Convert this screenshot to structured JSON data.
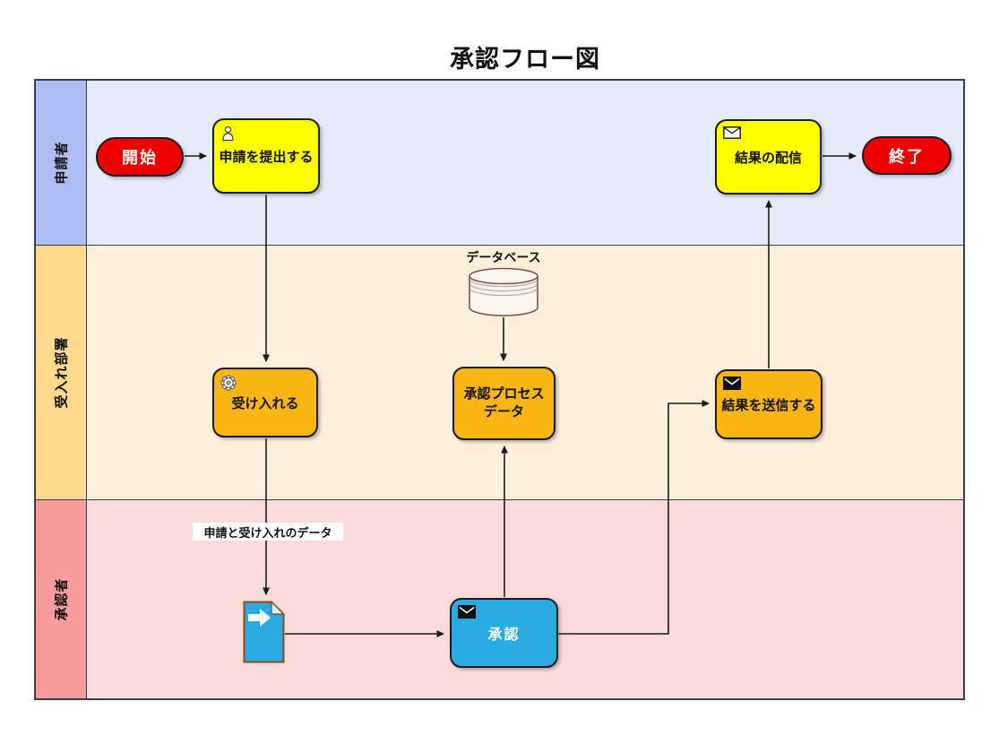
{
  "title": "承認フロー図",
  "lanes": [
    {
      "label": "申請者",
      "header_color": "#aebdf2",
      "body_color": "#e6ebfa"
    },
    {
      "label": "受入れ部署",
      "header_color": "#ffd98e",
      "body_color": "#fdefd9"
    },
    {
      "label": "承認者",
      "header_color": "#f79d9d",
      "body_color": "#fcdbdb"
    }
  ],
  "nodes": {
    "start": {
      "label": "開始",
      "type": "start-event",
      "color": "#ee0000"
    },
    "submit": {
      "label": "申請を提出する",
      "icon": "user-icon",
      "color": "#ffff00"
    },
    "deliver": {
      "label": "結果の配信",
      "icon": "envelope-icon",
      "color": "#ffff00"
    },
    "end": {
      "label": "終了",
      "type": "end-event",
      "color": "#ee0000"
    },
    "database": {
      "label": "データベース",
      "type": "datastore-cylinder"
    },
    "accept": {
      "label": "受け入れる",
      "icon": "gear-icon",
      "color": "#fbb616"
    },
    "process_data": {
      "label": "承認プロセス\nデータ",
      "color": "#fbb616"
    },
    "send": {
      "label": "結果を送信する",
      "icon": "envelope-filled-icon",
      "color": "#fbb616"
    },
    "data_note": {
      "label": "申請と受け入れのデータ"
    },
    "document": {
      "type": "document-shape",
      "icon": "document-arrow-icon",
      "color": "#29abe2"
    },
    "approve": {
      "label": "承認",
      "icon": "envelope-filled-icon",
      "color": "#29abe2"
    }
  },
  "edges": [
    {
      "from": "開始",
      "to": "申請を提出する"
    },
    {
      "from": "申請を提出する",
      "to": "受け入れる"
    },
    {
      "from": "受け入れる",
      "to": "document",
      "note": "申請と受け入れのデータ"
    },
    {
      "from": "document",
      "to": "承認"
    },
    {
      "from": "承認",
      "to": "承認プロセスデータ"
    },
    {
      "from": "データベース",
      "to": "承認プロセスデータ"
    },
    {
      "from": "承認",
      "to": "結果を送信する"
    },
    {
      "from": "結果を送信する",
      "to": "結果の配信"
    },
    {
      "from": "結果の配信",
      "to": "終了"
    }
  ],
  "colors": {
    "lane_border": "#333f50",
    "node_border": "#1a1a1a",
    "event_red": "#ee0000",
    "task_yellow": "#ffff00",
    "task_orange": "#fbb616",
    "task_blue": "#29abe2",
    "cylinder_fill": "#fdf6ee",
    "cylinder_border": "#7a5248",
    "document_border": "#8a4a18"
  }
}
